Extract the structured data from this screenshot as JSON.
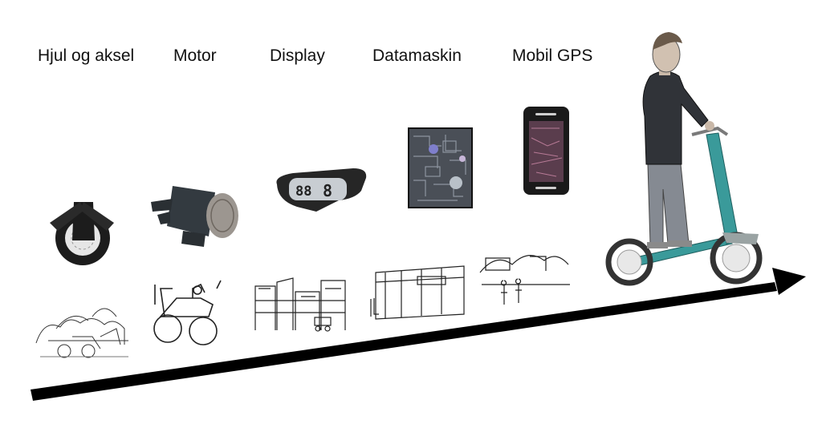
{
  "timeline": {
    "stages": [
      {
        "label": "Hjul og aksel",
        "icon": "wheel-axle-icon"
      },
      {
        "label": "Motor",
        "icon": "electric-motor-icon"
      },
      {
        "label": "Display",
        "icon": "speed-display-icon"
      },
      {
        "label": "Datamaskin",
        "icon": "circuit-board-icon"
      },
      {
        "label": "Mobil GPS",
        "icon": "smartphone-gps-icon"
      }
    ],
    "final_image": "person-on-electric-scooter",
    "colors": {
      "arrow": "#000000",
      "scooter": "#3a9a9a",
      "device_dark": "#2b2b2b"
    }
  }
}
